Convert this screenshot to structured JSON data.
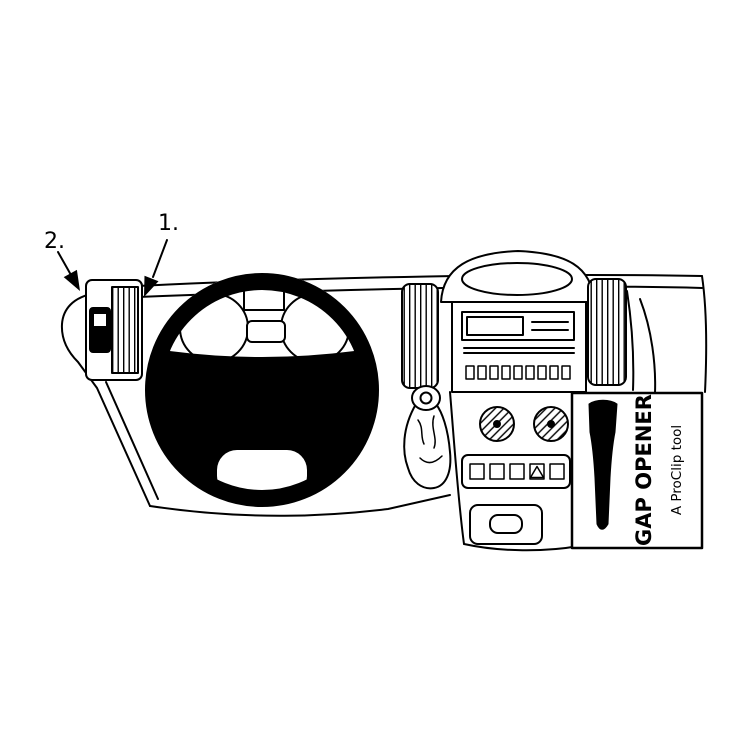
{
  "diagram": {
    "type": "vehicle-dashboard-proclip-mounting-instruction",
    "callouts": [
      {
        "label": "1."
      },
      {
        "label": "2."
      }
    ],
    "tool_card": {
      "title": "GAP OPENER",
      "subtitle": "A ProClip tool"
    },
    "colors": {
      "line": "#000000",
      "background": "#ffffff"
    }
  }
}
